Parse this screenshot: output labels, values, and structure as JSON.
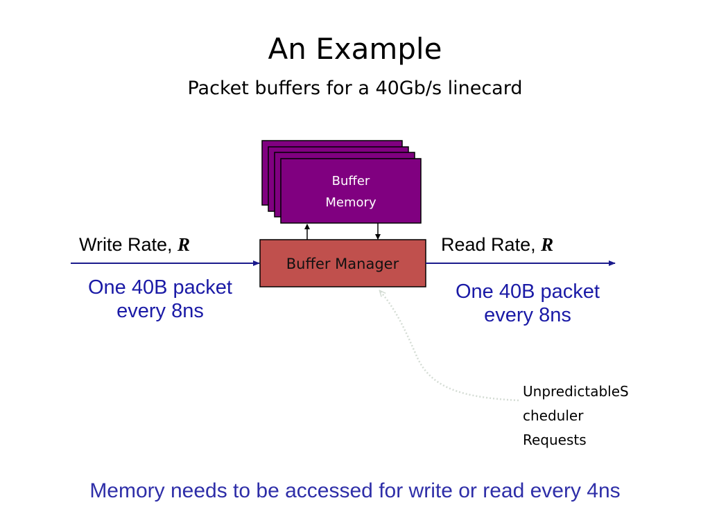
{
  "title": "An Example",
  "subtitle": "Packet buffers for a 40Gb/s linecard",
  "buffer_memory": {
    "line1": "Buffer",
    "line2": "Memory"
  },
  "buffer_manager": "Buffer Manager",
  "write": {
    "label": "Write Rate, ",
    "symbol": "R",
    "note_line1": "One 40B packet",
    "note_line2": "every 8ns"
  },
  "read": {
    "label": "Read Rate, ",
    "symbol": "R",
    "note_line1": "One 40B packet",
    "note_line2": "every 8ns"
  },
  "scheduler": {
    "line1": "UnpredictableS",
    "line2": "cheduler",
    "line3": "Requests"
  },
  "footer": "Memory needs to be accessed for write or read every 4ns",
  "colors": {
    "memory_fill": "#800080",
    "manager_fill": "#c0504d",
    "arrow": "#1a1a8c",
    "note_text": "#1a1aa6",
    "footer_text": "#2e2ea8"
  }
}
